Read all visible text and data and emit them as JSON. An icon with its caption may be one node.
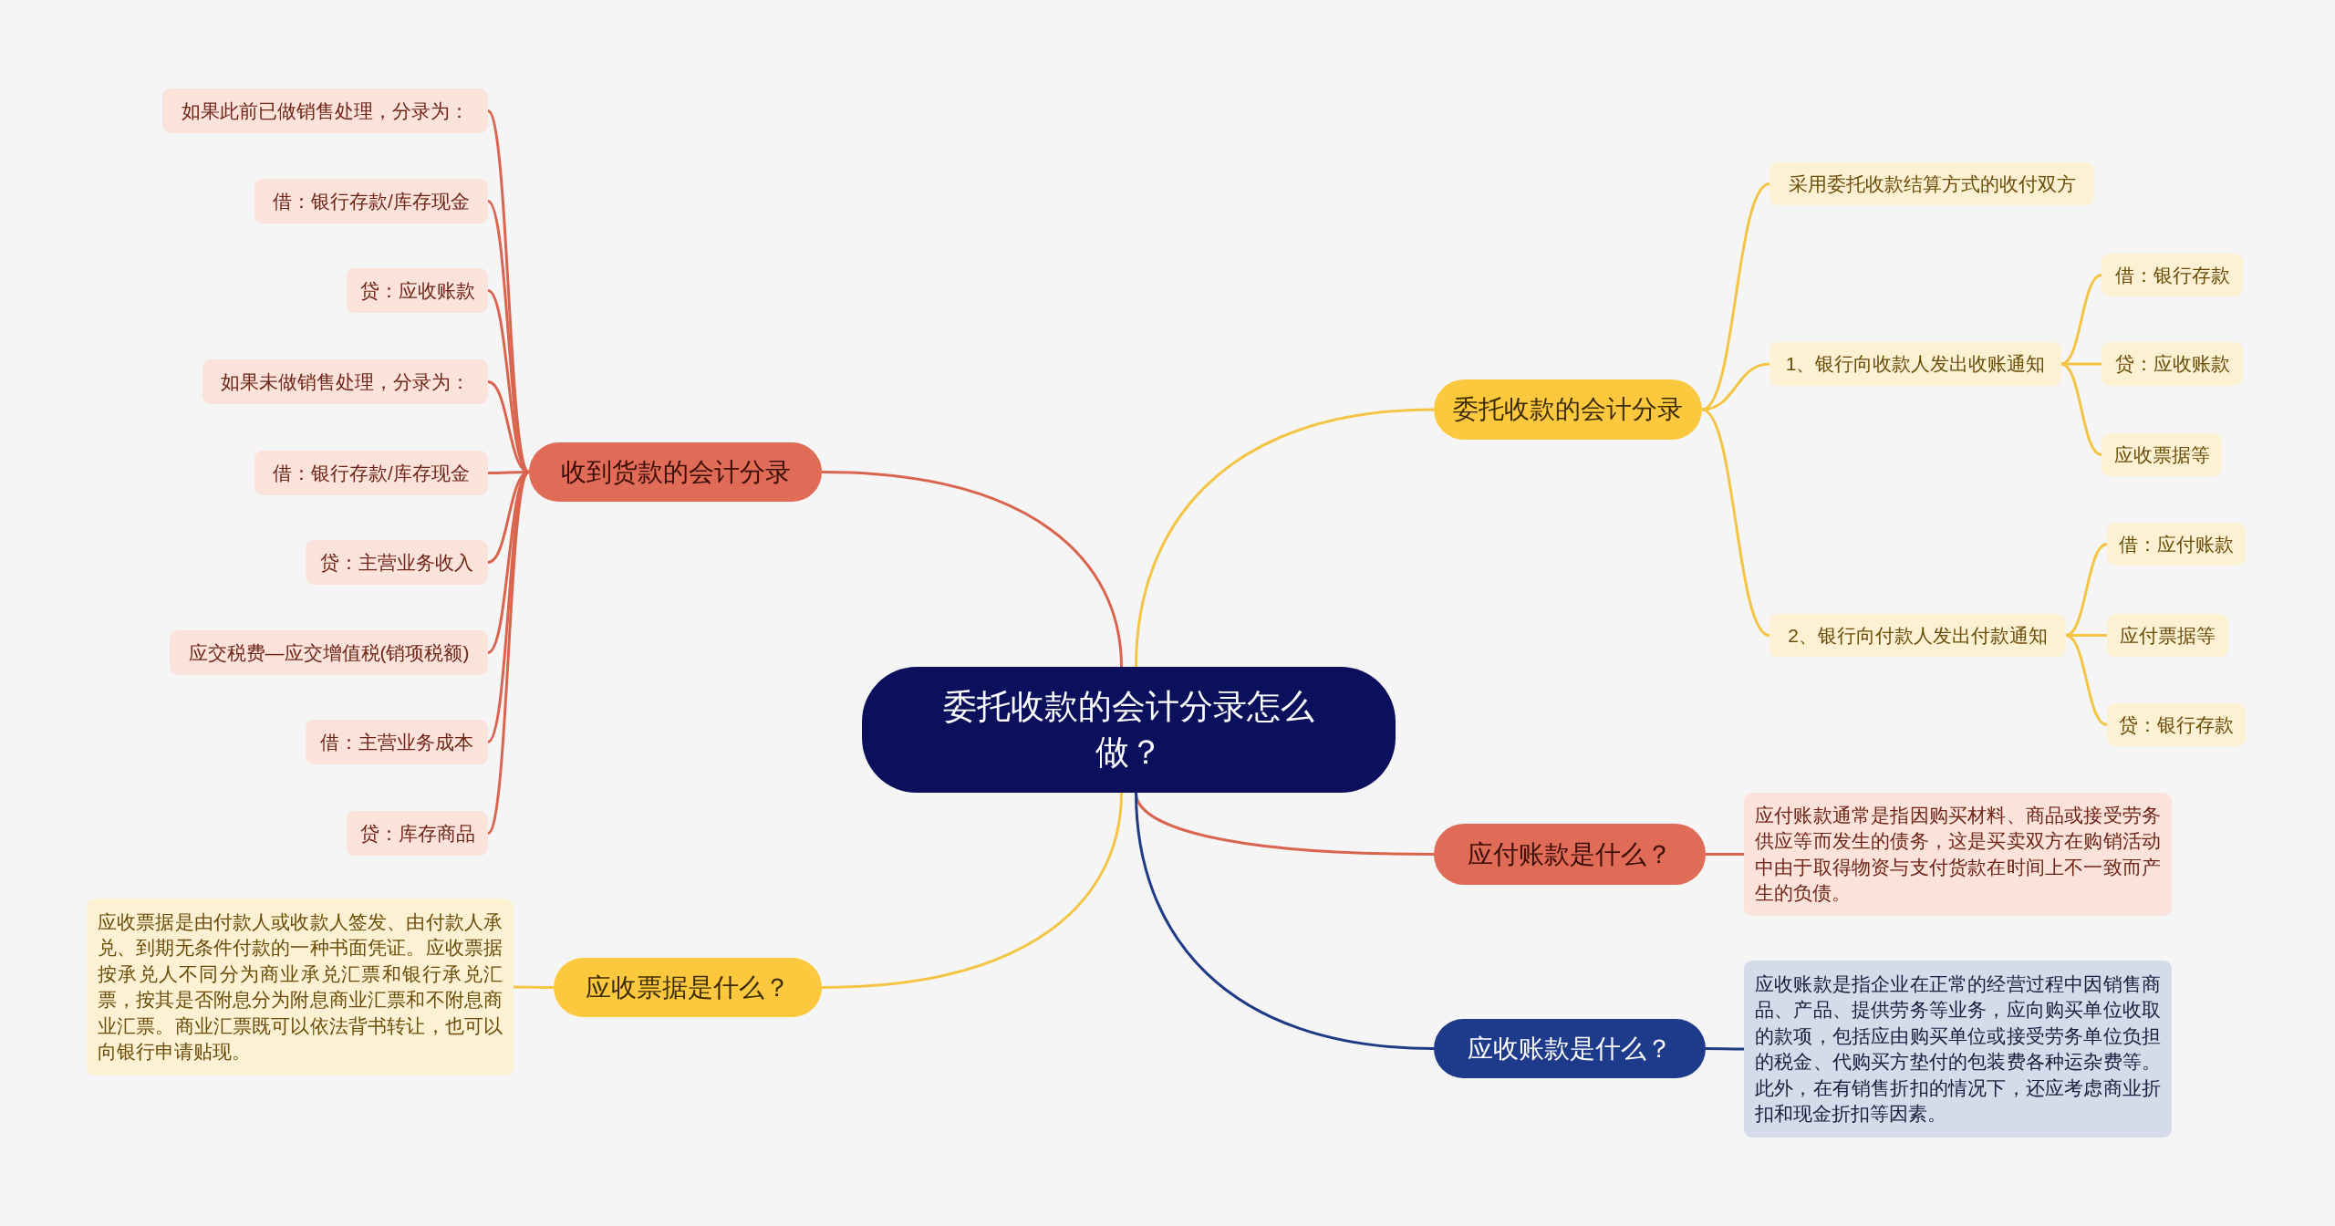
{
  "diagram": {
    "nodes": [
      {
        "text": [
          "委托收款的会计分录怎么做？"
        ]
      },
      {
        "text": [
          "收到货款的会计分录"
        ]
      },
      {
        "text": [
          "如果此前已做销售处理，分录为："
        ]
      },
      {
        "text": [
          "借：银行存款/库存现金"
        ]
      },
      {
        "text": [
          "贷：应收账款"
        ]
      },
      {
        "text": [
          "如果未做销售处理，分录为："
        ]
      },
      {
        "text": [
          "借：银行存款/库存现金"
        ]
      },
      {
        "text": [
          "贷：主营业务收入"
        ]
      },
      {
        "text": [
          "应交税费—应交增值税(销项税额)"
        ]
      },
      {
        "text": [
          "借：主营业务成本"
        ]
      },
      {
        "text": [
          "贷：库存商品"
        ]
      },
      {
        "text": [
          "委托收款的会计分录"
        ]
      },
      {
        "text": [
          "采用委托收款结算方式的收付双方"
        ]
      },
      {
        "text": [
          "1、银行向收款人发出收账通知"
        ]
      },
      {
        "text": [
          "借：银行存款"
        ]
      },
      {
        "text": [
          "贷：应收账款"
        ]
      },
      {
        "text": [
          "应收票据等"
        ]
      },
      {
        "text": [
          "2、银行向付款人发出付款通知"
        ]
      },
      {
        "text": [
          "借：应付账款"
        ]
      },
      {
        "text": [
          "应付票据等"
        ]
      },
      {
        "text": [
          "贷：银行存款"
        ]
      },
      {
        "text": [
          "应付账款是什么？"
        ]
      },
      {
        "text": [
          "应付账款通常是指因购买材料、商品或接受劳务供应等而发生的债务，这是买卖双方在购销活动中由于取得物资与支付货款在时间上不一致而产生的负债。"
        ]
      },
      {
        "text": [
          "应收账款是什么？"
        ]
      },
      {
        "text": [
          "应收账款是指企业在正常的经营过程中因销售商品、产品、提供劳务等业务，应向购买单位收取的款项，包括应由购买单位或接受劳务单位负担的税金、代购买方垫付的包装费各种运杂费等。此外，在有销售折扣的情况下，还应考虑商业折扣和现金折扣等因素。"
        ]
      },
      {
        "text": [
          "应收票据是什么？"
        ]
      },
      {
        "text": [
          "应收票据是由付款人或收款人签发、由付款人承兑、到期无条件付款的一种书面凭证。应收票据按承兑人不同分为商业承兑汇票和银行承兑汇票，按其是否附息分为附息商业汇票和不附息商业汇票。商业汇票既可以依法背书转让，也可以向银行申请贴现。"
        ]
      }
    ],
    "edges": [
      {
        "from": 0,
        "to": 1,
        "arrow": "none",
        "color": "#d9654f"
      },
      {
        "from": 1,
        "to": 2,
        "arrow": "none",
        "color": "#d9654f"
      },
      {
        "from": 1,
        "to": 3,
        "arrow": "none",
        "color": "#d9654f"
      },
      {
        "from": 1,
        "to": 4,
        "arrow": "none",
        "color": "#d9654f"
      },
      {
        "from": 1,
        "to": 5,
        "arrow": "none",
        "color": "#d9654f"
      },
      {
        "from": 1,
        "to": 6,
        "arrow": "none",
        "color": "#d9654f"
      },
      {
        "from": 1,
        "to": 7,
        "arrow": "none",
        "color": "#d9654f"
      },
      {
        "from": 1,
        "to": 8,
        "arrow": "none",
        "color": "#d9654f"
      },
      {
        "from": 1,
        "to": 9,
        "arrow": "none",
        "color": "#d9654f"
      },
      {
        "from": 1,
        "to": 10,
        "arrow": "none",
        "color": "#d9654f"
      },
      {
        "from": 0,
        "to": 11,
        "arrow": "none",
        "color": "#f4c545"
      },
      {
        "from": 11,
        "to": 12,
        "arrow": "none",
        "color": "#f4c545"
      },
      {
        "from": 11,
        "to": 13,
        "arrow": "none",
        "color": "#f4c545"
      },
      {
        "from": 13,
        "to": 14,
        "arrow": "none",
        "color": "#f4c545"
      },
      {
        "from": 13,
        "to": 15,
        "arrow": "none",
        "color": "#f4c545"
      },
      {
        "from": 13,
        "to": 16,
        "arrow": "none",
        "color": "#f4c545"
      },
      {
        "from": 11,
        "to": 17,
        "arrow": "none",
        "color": "#f4c545"
      },
      {
        "from": 17,
        "to": 18,
        "arrow": "none",
        "color": "#f4c545"
      },
      {
        "from": 17,
        "to": 19,
        "arrow": "none",
        "color": "#f4c545"
      },
      {
        "from": 17,
        "to": 20,
        "arrow": "none",
        "color": "#f4c545"
      },
      {
        "from": 0,
        "to": 21,
        "arrow": "none",
        "color": "#d9654f"
      },
      {
        "from": 21,
        "to": 22,
        "arrow": "none",
        "color": "#d9654f"
      },
      {
        "from": 0,
        "to": 23,
        "arrow": "none",
        "color": "#1f3a85"
      },
      {
        "from": 23,
        "to": 24,
        "arrow": "none",
        "color": "#1f3a85"
      },
      {
        "from": 0,
        "to": 25,
        "arrow": "none",
        "color": "#f4c545"
      },
      {
        "from": 25,
        "to": 26,
        "arrow": "none",
        "color": "#f4c545"
      }
    ]
  }
}
